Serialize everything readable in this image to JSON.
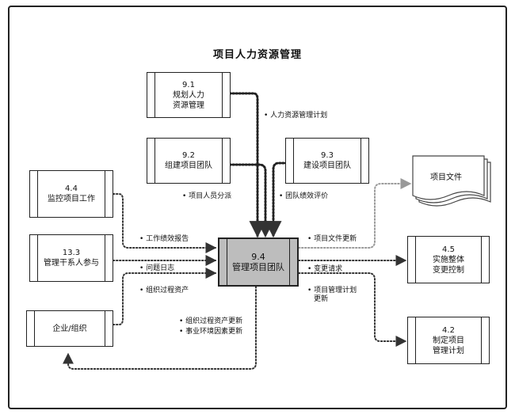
{
  "diagram": {
    "title": "项目人力资源管理",
    "processes": {
      "p91": {
        "num": "9.1",
        "line1": "规划人力",
        "line2": "资源管理"
      },
      "p92": {
        "num": "9.2",
        "line1": "组建项目团队"
      },
      "p93": {
        "num": "9.3",
        "line1": "建设项目团队"
      },
      "p44": {
        "num": "4.4",
        "line1": "监控项目工作"
      },
      "p133": {
        "num": "13.3",
        "line1": "管理干系人参与"
      },
      "p94": {
        "num": "9.4",
        "line1": "管理项目团队"
      },
      "p45": {
        "num": "4.5",
        "line1": "实施整体",
        "line2": "变更控制"
      },
      "p42": {
        "num": "4.2",
        "line1": "制定项目",
        "line2": "管理计划"
      }
    },
    "enterprise": "企业/组织",
    "project_docs": "项目文件",
    "labels": {
      "hr_plan": "人力资源管理计划",
      "staff_assign": "项目人员分派",
      "team_perf": "团队绩效评价",
      "work_perf": "工作绩效报告",
      "issue_log": "问题日志",
      "org_assets": "组织过程资产",
      "doc_updates": "项目文件更新",
      "change_req": "变更请求",
      "plan_update_1": "项目管理计划",
      "plan_update_2": "更新",
      "opa_updates": "组织过程资产更新",
      "eef_updates": "事业环境因素更新"
    }
  }
}
